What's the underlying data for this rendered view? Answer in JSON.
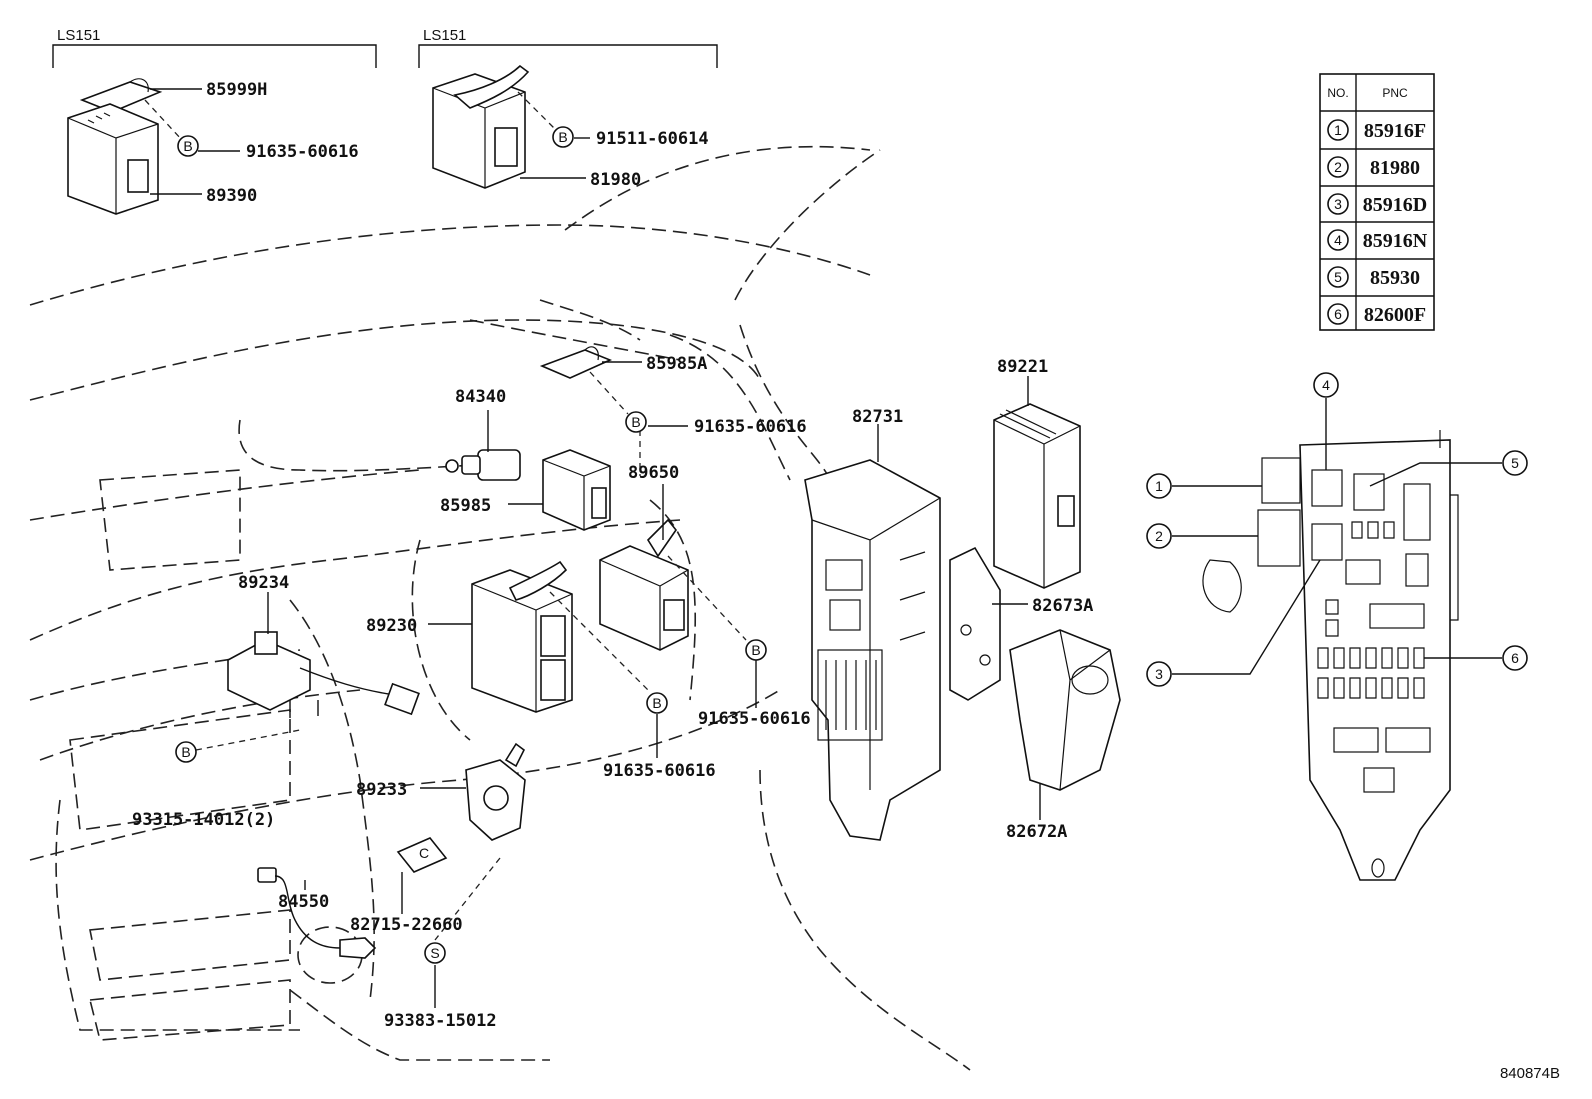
{
  "groups": [
    {
      "label": "LS151"
    },
    {
      "label": "LS151"
    }
  ],
  "callouts": [
    {
      "text": "85999H"
    },
    {
      "text": "91635-60616"
    },
    {
      "text": "89390"
    },
    {
      "text": "91511-60614"
    },
    {
      "text": "81980"
    },
    {
      "text": "85985A"
    },
    {
      "text": "84340"
    },
    {
      "text": "91635-60616"
    },
    {
      "text": "89650"
    },
    {
      "text": "85985"
    },
    {
      "text": "89234"
    },
    {
      "text": "89230"
    },
    {
      "text": "91635-60616"
    },
    {
      "text": "91635-60616"
    },
    {
      "text": "93315-14012(2)"
    },
    {
      "text": "89233"
    },
    {
      "text": "84550"
    },
    {
      "text": "82715-22660"
    },
    {
      "text": "93383-15012"
    },
    {
      "text": "82731"
    },
    {
      "text": "89221"
    },
    {
      "text": "82673A"
    },
    {
      "text": "82672A"
    }
  ],
  "symbols": {
    "bolt": "B",
    "screw": "S",
    "clip": "C"
  },
  "pnc_table": {
    "headers": [
      "NO.",
      "PNC"
    ],
    "rows": [
      {
        "no": "1",
        "pnc": "85916F"
      },
      {
        "no": "2",
        "pnc": "81980"
      },
      {
        "no": "3",
        "pnc": "85916D"
      },
      {
        "no": "4",
        "pnc": "85916N"
      },
      {
        "no": "5",
        "pnc": "85930"
      },
      {
        "no": "6",
        "pnc": "82600F"
      }
    ]
  },
  "junction_markers": [
    "1",
    "2",
    "3",
    "4",
    "5",
    "6"
  ],
  "reference": "840874B"
}
